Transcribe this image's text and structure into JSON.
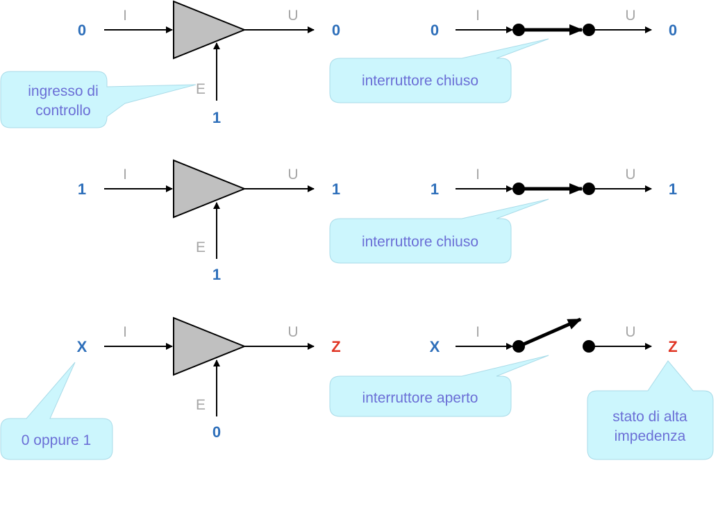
{
  "labels": {
    "input": "I",
    "output": "U",
    "enable": "E"
  },
  "rows": [
    {
      "input_value": "0",
      "output_value": "0",
      "enable_value": "1",
      "switch_in": "0",
      "switch_out": "0",
      "switch_state": "closed",
      "switch_callout": "interruttore chiuso"
    },
    {
      "input_value": "1",
      "output_value": "1",
      "enable_value": "1",
      "switch_in": "1",
      "switch_out": "1",
      "switch_state": "closed",
      "switch_callout": "interruttore chiuso"
    },
    {
      "input_value": "X",
      "output_value": "Z",
      "enable_value": "0",
      "switch_in": "X",
      "switch_out": "Z",
      "switch_state": "open",
      "switch_callout": "interruttore aperto"
    }
  ],
  "callouts": {
    "control_input": [
      "ingresso di",
      "controllo"
    ],
    "either_value": "0 oppure 1",
    "high_impedance": [
      "stato di alta",
      "impedenza"
    ]
  },
  "colors": {
    "value": "#2e6fba",
    "high_z": "#e03524",
    "pin_label": "#a6a6a6",
    "callout_fill": "#ccf6fd",
    "callout_text": "#6b6fd6",
    "buffer_fill": "#c0c0c0"
  }
}
